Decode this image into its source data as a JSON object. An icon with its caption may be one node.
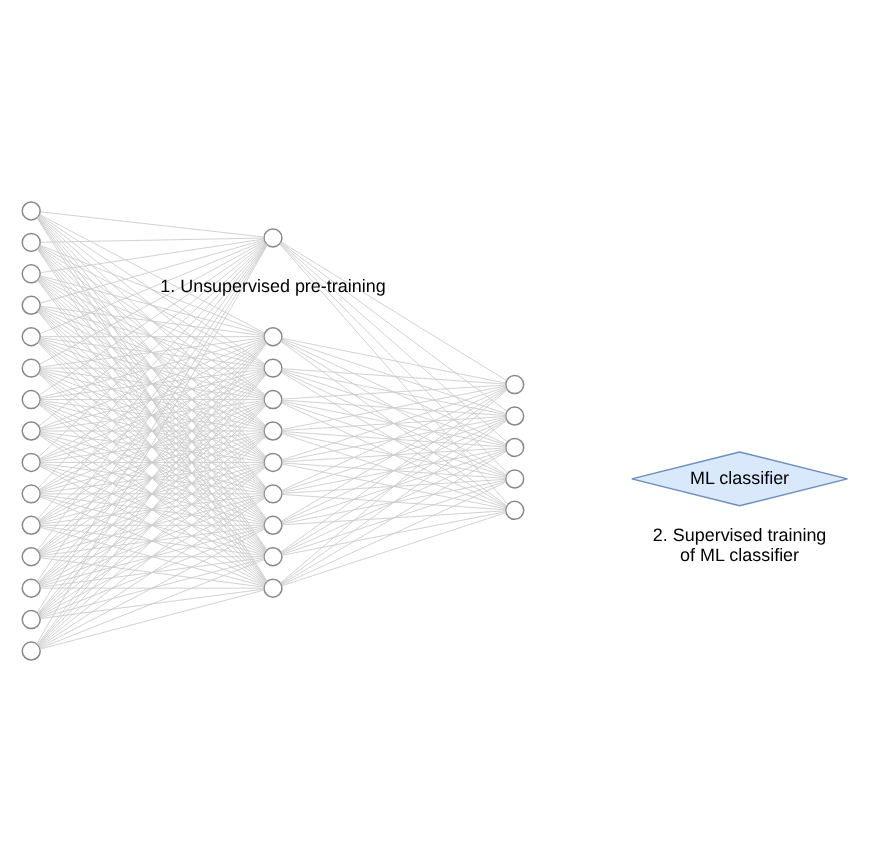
{
  "diagram": {
    "nodes": [
      {
        "text": [],
        "shape": "circle"
      },
      {
        "text": [],
        "shape": "circle"
      },
      {
        "text": [],
        "shape": "circle"
      },
      {
        "text": [],
        "shape": "circle"
      },
      {
        "text": [],
        "shape": "circle"
      },
      {
        "text": [],
        "shape": "circle"
      },
      {
        "text": [],
        "shape": "circle"
      },
      {
        "text": [],
        "shape": "circle"
      },
      {
        "text": [],
        "shape": "circle"
      },
      {
        "text": [],
        "shape": "circle"
      },
      {
        "text": [],
        "shape": "circle"
      },
      {
        "text": [],
        "shape": "circle"
      },
      {
        "text": [],
        "shape": "circle"
      },
      {
        "text": [],
        "shape": "circle"
      },
      {
        "text": [],
        "shape": "circle"
      },
      {
        "text": [],
        "shape": "circle"
      },
      {
        "text": [],
        "shape": "circle"
      },
      {
        "text": [],
        "shape": "circle"
      },
      {
        "text": [],
        "shape": "circle"
      },
      {
        "text": [],
        "shape": "circle"
      },
      {
        "text": [],
        "shape": "circle"
      },
      {
        "text": [],
        "shape": "circle"
      },
      {
        "text": [],
        "shape": "circle"
      },
      {
        "text": [],
        "shape": "circle"
      },
      {
        "text": [],
        "shape": "circle"
      },
      {
        "text": [],
        "shape": "circle"
      },
      {
        "text": [],
        "shape": "circle"
      },
      {
        "text": [],
        "shape": "circle"
      },
      {
        "text": [],
        "shape": "circle"
      },
      {
        "text": [],
        "shape": "circle"
      },
      {
        "text": [
          "ML classifier"
        ]
      }
    ],
    "edges": [
      {
        "from": 0,
        "to": 15,
        "arrow": "none"
      },
      {
        "from": 0,
        "to": 16,
        "arrow": "none"
      },
      {
        "from": 0,
        "to": 17,
        "arrow": "none"
      },
      {
        "from": 0,
        "to": 18,
        "arrow": "none"
      },
      {
        "from": 0,
        "to": 19,
        "arrow": "none"
      },
      {
        "from": 0,
        "to": 20,
        "arrow": "none"
      },
      {
        "from": 0,
        "to": 21,
        "arrow": "none"
      },
      {
        "from": 0,
        "to": 22,
        "arrow": "none"
      },
      {
        "from": 0,
        "to": 23,
        "arrow": "none"
      },
      {
        "from": 0,
        "to": 24,
        "arrow": "none"
      },
      {
        "from": 1,
        "to": 15,
        "arrow": "none"
      },
      {
        "from": 1,
        "to": 16,
        "arrow": "none"
      },
      {
        "from": 1,
        "to": 17,
        "arrow": "none"
      },
      {
        "from": 1,
        "to": 18,
        "arrow": "none"
      },
      {
        "from": 1,
        "to": 19,
        "arrow": "none"
      },
      {
        "from": 1,
        "to": 20,
        "arrow": "none"
      },
      {
        "from": 1,
        "to": 21,
        "arrow": "none"
      },
      {
        "from": 1,
        "to": 22,
        "arrow": "none"
      },
      {
        "from": 1,
        "to": 23,
        "arrow": "none"
      },
      {
        "from": 1,
        "to": 24,
        "arrow": "none"
      },
      {
        "from": 2,
        "to": 15,
        "arrow": "none"
      },
      {
        "from": 2,
        "to": 16,
        "arrow": "none"
      },
      {
        "from": 2,
        "to": 17,
        "arrow": "none"
      },
      {
        "from": 2,
        "to": 18,
        "arrow": "none"
      },
      {
        "from": 2,
        "to": 19,
        "arrow": "none"
      },
      {
        "from": 2,
        "to": 20,
        "arrow": "none"
      },
      {
        "from": 2,
        "to": 21,
        "arrow": "none"
      },
      {
        "from": 2,
        "to": 22,
        "arrow": "none"
      },
      {
        "from": 2,
        "to": 23,
        "arrow": "none"
      },
      {
        "from": 2,
        "to": 24,
        "arrow": "none"
      },
      {
        "from": 3,
        "to": 15,
        "arrow": "none"
      },
      {
        "from": 3,
        "to": 16,
        "arrow": "none"
      },
      {
        "from": 3,
        "to": 17,
        "arrow": "none"
      },
      {
        "from": 3,
        "to": 18,
        "arrow": "none"
      },
      {
        "from": 3,
        "to": 19,
        "arrow": "none"
      },
      {
        "from": 3,
        "to": 20,
        "arrow": "none"
      },
      {
        "from": 3,
        "to": 21,
        "arrow": "none"
      },
      {
        "from": 3,
        "to": 22,
        "arrow": "none"
      },
      {
        "from": 3,
        "to": 23,
        "arrow": "none"
      },
      {
        "from": 3,
        "to": 24,
        "arrow": "none"
      },
      {
        "from": 4,
        "to": 15,
        "arrow": "none"
      },
      {
        "from": 4,
        "to": 16,
        "arrow": "none"
      },
      {
        "from": 4,
        "to": 17,
        "arrow": "none"
      },
      {
        "from": 4,
        "to": 18,
        "arrow": "none"
      },
      {
        "from": 4,
        "to": 19,
        "arrow": "none"
      },
      {
        "from": 4,
        "to": 20,
        "arrow": "none"
      },
      {
        "from": 4,
        "to": 21,
        "arrow": "none"
      },
      {
        "from": 4,
        "to": 22,
        "arrow": "none"
      },
      {
        "from": 4,
        "to": 23,
        "arrow": "none"
      },
      {
        "from": 4,
        "to": 24,
        "arrow": "none"
      },
      {
        "from": 5,
        "to": 15,
        "arrow": "none"
      },
      {
        "from": 5,
        "to": 16,
        "arrow": "none"
      },
      {
        "from": 5,
        "to": 17,
        "arrow": "none"
      },
      {
        "from": 5,
        "to": 18,
        "arrow": "none"
      },
      {
        "from": 5,
        "to": 19,
        "arrow": "none"
      },
      {
        "from": 5,
        "to": 20,
        "arrow": "none"
      },
      {
        "from": 5,
        "to": 21,
        "arrow": "none"
      },
      {
        "from": 5,
        "to": 22,
        "arrow": "none"
      },
      {
        "from": 5,
        "to": 23,
        "arrow": "none"
      },
      {
        "from": 5,
        "to": 24,
        "arrow": "none"
      },
      {
        "from": 6,
        "to": 15,
        "arrow": "none"
      },
      {
        "from": 6,
        "to": 16,
        "arrow": "none"
      },
      {
        "from": 6,
        "to": 17,
        "arrow": "none"
      },
      {
        "from": 6,
        "to": 18,
        "arrow": "none"
      },
      {
        "from": 6,
        "to": 19,
        "arrow": "none"
      },
      {
        "from": 6,
        "to": 20,
        "arrow": "none"
      },
      {
        "from": 6,
        "to": 21,
        "arrow": "none"
      },
      {
        "from": 6,
        "to": 22,
        "arrow": "none"
      },
      {
        "from": 6,
        "to": 23,
        "arrow": "none"
      },
      {
        "from": 6,
        "to": 24,
        "arrow": "none"
      },
      {
        "from": 7,
        "to": 15,
        "arrow": "none"
      },
      {
        "from": 7,
        "to": 16,
        "arrow": "none"
      },
      {
        "from": 7,
        "to": 17,
        "arrow": "none"
      },
      {
        "from": 7,
        "to": 18,
        "arrow": "none"
      },
      {
        "from": 7,
        "to": 19,
        "arrow": "none"
      },
      {
        "from": 7,
        "to": 20,
        "arrow": "none"
      },
      {
        "from": 7,
        "to": 21,
        "arrow": "none"
      },
      {
        "from": 7,
        "to": 22,
        "arrow": "none"
      },
      {
        "from": 7,
        "to": 23,
        "arrow": "none"
      },
      {
        "from": 7,
        "to": 24,
        "arrow": "none"
      },
      {
        "from": 8,
        "to": 15,
        "arrow": "none"
      },
      {
        "from": 8,
        "to": 16,
        "arrow": "none"
      },
      {
        "from": 8,
        "to": 17,
        "arrow": "none"
      },
      {
        "from": 8,
        "to": 18,
        "arrow": "none"
      },
      {
        "from": 8,
        "to": 19,
        "arrow": "none"
      },
      {
        "from": 8,
        "to": 20,
        "arrow": "none"
      },
      {
        "from": 8,
        "to": 21,
        "arrow": "none"
      },
      {
        "from": 8,
        "to": 22,
        "arrow": "none"
      },
      {
        "from": 8,
        "to": 23,
        "arrow": "none"
      },
      {
        "from": 8,
        "to": 24,
        "arrow": "none"
      },
      {
        "from": 9,
        "to": 15,
        "arrow": "none"
      },
      {
        "from": 9,
        "to": 16,
        "arrow": "none"
      },
      {
        "from": 9,
        "to": 17,
        "arrow": "none"
      },
      {
        "from": 9,
        "to": 18,
        "arrow": "none"
      },
      {
        "from": 9,
        "to": 19,
        "arrow": "none"
      },
      {
        "from": 9,
        "to": 20,
        "arrow": "none"
      },
      {
        "from": 9,
        "to": 21,
        "arrow": "none"
      },
      {
        "from": 9,
        "to": 22,
        "arrow": "none"
      },
      {
        "from": 9,
        "to": 23,
        "arrow": "none"
      },
      {
        "from": 9,
        "to": 24,
        "arrow": "none"
      },
      {
        "from": 10,
        "to": 15,
        "arrow": "none"
      },
      {
        "from": 10,
        "to": 16,
        "arrow": "none"
      },
      {
        "from": 10,
        "to": 17,
        "arrow": "none"
      },
      {
        "from": 10,
        "to": 18,
        "arrow": "none"
      },
      {
        "from": 10,
        "to": 19,
        "arrow": "none"
      },
      {
        "from": 10,
        "to": 20,
        "arrow": "none"
      },
      {
        "from": 10,
        "to": 21,
        "arrow": "none"
      },
      {
        "from": 10,
        "to": 22,
        "arrow": "none"
      },
      {
        "from": 10,
        "to": 23,
        "arrow": "none"
      },
      {
        "from": 10,
        "to": 24,
        "arrow": "none"
      },
      {
        "from": 11,
        "to": 15,
        "arrow": "none"
      },
      {
        "from": 11,
        "to": 16,
        "arrow": "none"
      },
      {
        "from": 11,
        "to": 17,
        "arrow": "none"
      },
      {
        "from": 11,
        "to": 18,
        "arrow": "none"
      },
      {
        "from": 11,
        "to": 19,
        "arrow": "none"
      },
      {
        "from": 11,
        "to": 20,
        "arrow": "none"
      },
      {
        "from": 11,
        "to": 21,
        "arrow": "none"
      },
      {
        "from": 11,
        "to": 22,
        "arrow": "none"
      },
      {
        "from": 11,
        "to": 23,
        "arrow": "none"
      },
      {
        "from": 11,
        "to": 24,
        "arrow": "none"
      },
      {
        "from": 12,
        "to": 15,
        "arrow": "none"
      },
      {
        "from": 12,
        "to": 16,
        "arrow": "none"
      },
      {
        "from": 12,
        "to": 17,
        "arrow": "none"
      },
      {
        "from": 12,
        "to": 18,
        "arrow": "none"
      },
      {
        "from": 12,
        "to": 19,
        "arrow": "none"
      },
      {
        "from": 12,
        "to": 20,
        "arrow": "none"
      },
      {
        "from": 12,
        "to": 21,
        "arrow": "none"
      },
      {
        "from": 12,
        "to": 22,
        "arrow": "none"
      },
      {
        "from": 12,
        "to": 23,
        "arrow": "none"
      },
      {
        "from": 12,
        "to": 24,
        "arrow": "none"
      },
      {
        "from": 13,
        "to": 15,
        "arrow": "none"
      },
      {
        "from": 13,
        "to": 16,
        "arrow": "none"
      },
      {
        "from": 13,
        "to": 17,
        "arrow": "none"
      },
      {
        "from": 13,
        "to": 18,
        "arrow": "none"
      },
      {
        "from": 13,
        "to": 19,
        "arrow": "none"
      },
      {
        "from": 13,
        "to": 20,
        "arrow": "none"
      },
      {
        "from": 13,
        "to": 21,
        "arrow": "none"
      },
      {
        "from": 13,
        "to": 22,
        "arrow": "none"
      },
      {
        "from": 13,
        "to": 23,
        "arrow": "none"
      },
      {
        "from": 13,
        "to": 24,
        "arrow": "none"
      },
      {
        "from": 14,
        "to": 15,
        "arrow": "none"
      },
      {
        "from": 14,
        "to": 16,
        "arrow": "none"
      },
      {
        "from": 14,
        "to": 17,
        "arrow": "none"
      },
      {
        "from": 14,
        "to": 18,
        "arrow": "none"
      },
      {
        "from": 14,
        "to": 19,
        "arrow": "none"
      },
      {
        "from": 14,
        "to": 20,
        "arrow": "none"
      },
      {
        "from": 14,
        "to": 21,
        "arrow": "none"
      },
      {
        "from": 14,
        "to": 22,
        "arrow": "none"
      },
      {
        "from": 14,
        "to": 23,
        "arrow": "none"
      },
      {
        "from": 14,
        "to": 24,
        "arrow": "none"
      },
      {
        "from": 15,
        "to": 25,
        "arrow": "none"
      },
      {
        "from": 15,
        "to": 26,
        "arrow": "none"
      },
      {
        "from": 15,
        "to": 27,
        "arrow": "none"
      },
      {
        "from": 15,
        "to": 28,
        "arrow": "none"
      },
      {
        "from": 15,
        "to": 29,
        "arrow": "none"
      },
      {
        "from": 16,
        "to": 25,
        "arrow": "none"
      },
      {
        "from": 16,
        "to": 26,
        "arrow": "none"
      },
      {
        "from": 16,
        "to": 27,
        "arrow": "none"
      },
      {
        "from": 16,
        "to": 28,
        "arrow": "none"
      },
      {
        "from": 16,
        "to": 29,
        "arrow": "none"
      },
      {
        "from": 17,
        "to": 25,
        "arrow": "none"
      },
      {
        "from": 17,
        "to": 26,
        "arrow": "none"
      },
      {
        "from": 17,
        "to": 27,
        "arrow": "none"
      },
      {
        "from": 17,
        "to": 28,
        "arrow": "none"
      },
      {
        "from": 17,
        "to": 29,
        "arrow": "none"
      },
      {
        "from": 18,
        "to": 25,
        "arrow": "none"
      },
      {
        "from": 18,
        "to": 26,
        "arrow": "none"
      },
      {
        "from": 18,
        "to": 27,
        "arrow": "none"
      },
      {
        "from": 18,
        "to": 28,
        "arrow": "none"
      },
      {
        "from": 18,
        "to": 29,
        "arrow": "none"
      },
      {
        "from": 19,
        "to": 25,
        "arrow": "none"
      },
      {
        "from": 19,
        "to": 26,
        "arrow": "none"
      },
      {
        "from": 19,
        "to": 27,
        "arrow": "none"
      },
      {
        "from": 19,
        "to": 28,
        "arrow": "none"
      },
      {
        "from": 19,
        "to": 29,
        "arrow": "none"
      },
      {
        "from": 20,
        "to": 25,
        "arrow": "none"
      },
      {
        "from": 20,
        "to": 26,
        "arrow": "none"
      },
      {
        "from": 20,
        "to": 27,
        "arrow": "none"
      },
      {
        "from": 20,
        "to": 28,
        "arrow": "none"
      },
      {
        "from": 20,
        "to": 29,
        "arrow": "none"
      },
      {
        "from": 21,
        "to": 25,
        "arrow": "none"
      },
      {
        "from": 21,
        "to": 26,
        "arrow": "none"
      },
      {
        "from": 21,
        "to": 27,
        "arrow": "none"
      },
      {
        "from": 21,
        "to": 28,
        "arrow": "none"
      },
      {
        "from": 21,
        "to": 29,
        "arrow": "none"
      },
      {
        "from": 22,
        "to": 25,
        "arrow": "none"
      },
      {
        "from": 22,
        "to": 26,
        "arrow": "none"
      },
      {
        "from": 22,
        "to": 27,
        "arrow": "none"
      },
      {
        "from": 22,
        "to": 28,
        "arrow": "none"
      },
      {
        "from": 22,
        "to": 29,
        "arrow": "none"
      },
      {
        "from": 23,
        "to": 25,
        "arrow": "none"
      },
      {
        "from": 23,
        "to": 26,
        "arrow": "none"
      },
      {
        "from": 23,
        "to": 27,
        "arrow": "none"
      },
      {
        "from": 23,
        "to": 28,
        "arrow": "none"
      },
      {
        "from": 23,
        "to": 29,
        "arrow": "none"
      },
      {
        "from": 24,
        "to": 25,
        "arrow": "none"
      },
      {
        "from": 24,
        "to": 26,
        "arrow": "none"
      },
      {
        "from": 24,
        "to": 27,
        "arrow": "none"
      },
      {
        "from": 24,
        "to": 28,
        "arrow": "none"
      },
      {
        "from": 24,
        "to": 29,
        "arrow": "none"
      }
    ],
    "labels": [
      "1. Unsupervised pre-training",
      "2. Supervised training of ML classifier"
    ]
  }
}
